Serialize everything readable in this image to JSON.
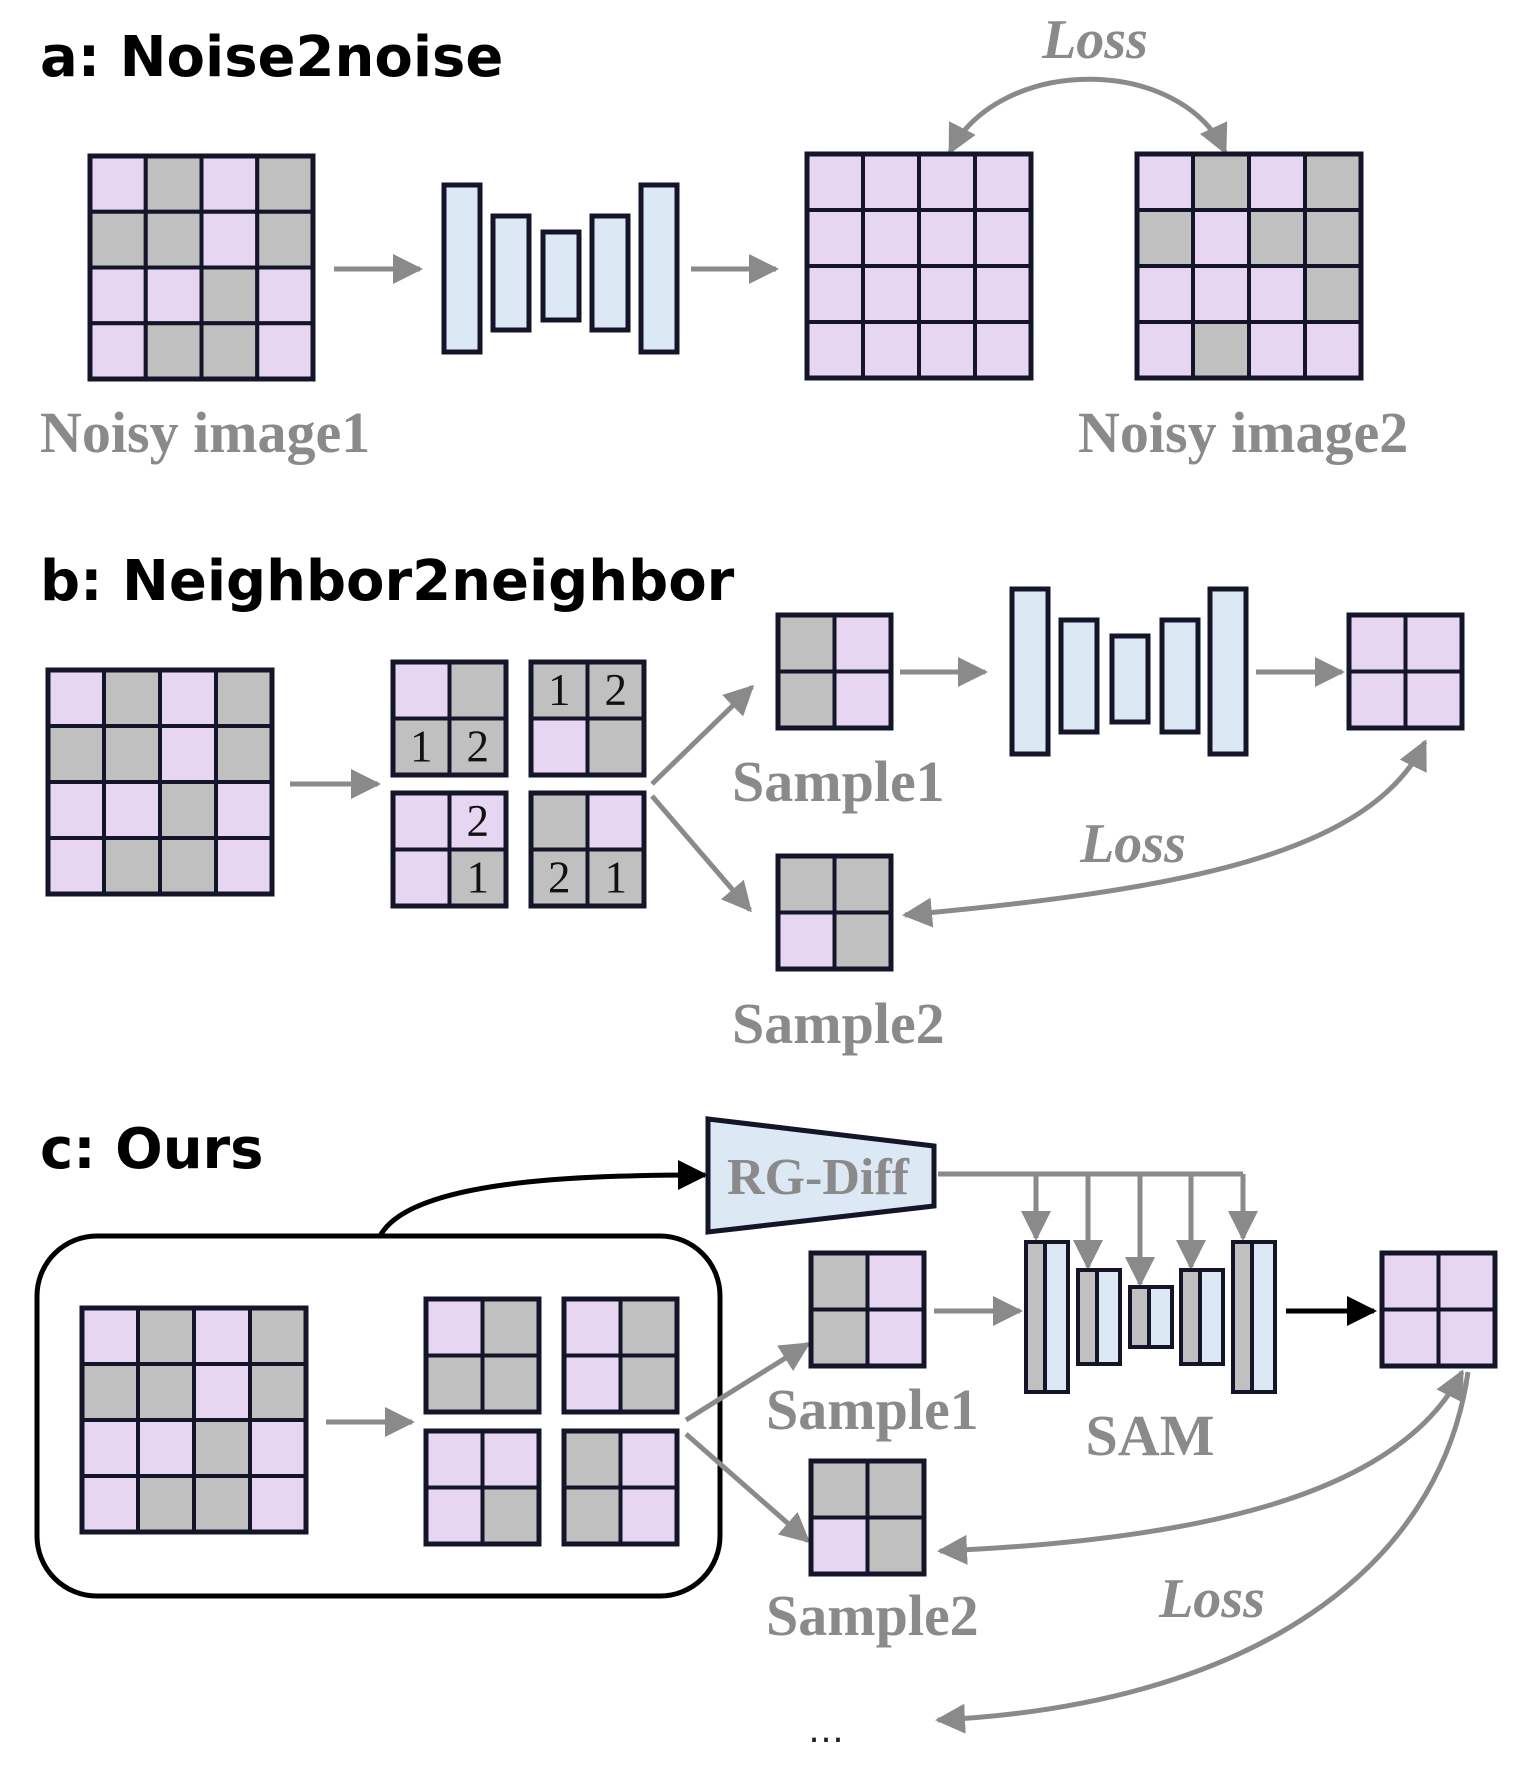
{
  "colors": {
    "pink": "#e6d6f1",
    "gray": "#c0c0c0",
    "grid_line": "#15152a",
    "net_fill": "#dde8f5",
    "arrow_gray": "#8a8a8a",
    "label_gray": "#8a8a8a",
    "black": "#000000"
  },
  "sections": {
    "a": {
      "title": "a: Noise2noise",
      "input_label": "Noisy image1",
      "target_label": "Noisy image2",
      "loss_label": "Loss",
      "input_grid": [
        "PGPG",
        "GGPG",
        "PPGP",
        "PGGP"
      ],
      "output_grid": [
        "PPPP",
        "PPPP",
        "PPPP",
        "PPPP"
      ],
      "target_grid": [
        "PGPG",
        "GPGG",
        "PPPG",
        "PGPP"
      ]
    },
    "b": {
      "title": "b: Neighbor2neighbor",
      "sample1_label": "Sample1",
      "sample2_label": "Sample2",
      "loss_label": "Loss",
      "input_grid": [
        "PGPG",
        "GGPG",
        "PPGP",
        "PGGP"
      ],
      "blocks": [
        {
          "grid": [
            "PG",
            "GG"
          ],
          "digits": [
            "",
            "",
            "1",
            "2"
          ]
        },
        {
          "grid": [
            "GG",
            "PG"
          ],
          "digits": [
            "1",
            "2",
            "",
            ""
          ]
        },
        {
          "grid": [
            "PP",
            "PG"
          ],
          "digits": [
            "",
            "2",
            "",
            "1"
          ]
        },
        {
          "grid": [
            "GP",
            "GG"
          ],
          "digits": [
            "",
            "",
            "2",
            "1"
          ]
        }
      ],
      "sample1_grid": [
        "GP",
        "GP"
      ],
      "sample2_grid": [
        "GG",
        "PG"
      ],
      "output_grid": [
        "PP",
        "PP"
      ]
    },
    "c": {
      "title": "c: Ours",
      "diff_label": "RG-Diff",
      "sam_label": "SAM",
      "sample1_label": "Sample1",
      "sample2_label": "Sample2",
      "loss_label": "Loss",
      "ellipsis": "…",
      "input_grid": [
        "PGPG",
        "GGPG",
        "PPGP",
        "PGGP"
      ],
      "blocks": [
        {
          "grid": [
            "PG",
            "GG"
          ]
        },
        {
          "grid": [
            "PG",
            "PG"
          ]
        },
        {
          "grid": [
            "PP",
            "PG"
          ]
        },
        {
          "grid": [
            "GP",
            "GP"
          ]
        }
      ],
      "sample1_grid": [
        "GP",
        "GP"
      ],
      "sample2_grid": [
        "GG",
        "PG"
      ],
      "output_grid": [
        "PP",
        "PP"
      ]
    }
  }
}
